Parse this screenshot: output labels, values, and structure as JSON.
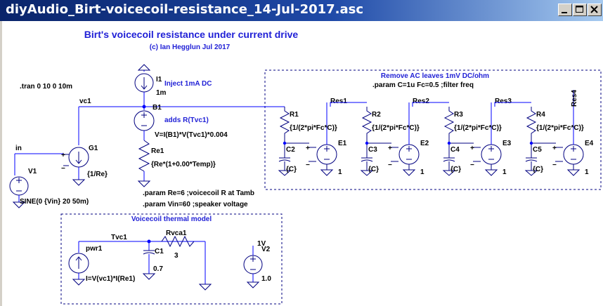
{
  "window": {
    "title": "diyAudio_Birt-voicecoil-resistance_14-Jul-2017.asc"
  },
  "header": {
    "title": "Birt's voicecoil resistance under current drive",
    "author": "(c) Ian Hegglun Jul 2017"
  },
  "directives": {
    "tran": ".tran 0 10 0 10m",
    "param_re": ".param Re=6 ;voicecoil R at Tamb",
    "param_vin": ".param Vin=60 ;speaker voltage",
    "param_filter": ".param C=1u  Fc=0.5  ;filter freq"
  },
  "boxes": {
    "filter_title": "Remove AC leaves 1mV DC/ohm",
    "thermal_title": "Voicecoil thermal model"
  },
  "components": {
    "i1_name": "I1",
    "i1_value": "1m",
    "i1_comment": "Inject 1mA DC",
    "b1_name": "B1",
    "b1_comment": "adds R(Tvc1)",
    "b1_value": "V=I(B1)*V(Tvc1)*0.004",
    "re1_name": "Re1",
    "re1_value": "{Re*(1+0.00*Temp)}",
    "g1_name": "G1",
    "g1_value": "{1/Re}",
    "v1_name": "V1",
    "v1_value": "SINE(0 {Vin} 20 50m)",
    "pwr1_name": "pwr1",
    "pwr1_value": "I=V(vc1)*I(Re1)",
    "c1_name": "C1",
    "c1_value": "0.7",
    "rvca1_name": "Rvca1",
    "rvca1_value": "3",
    "v2_name": "V2",
    "v2_value": "1.0",
    "v2_net": "1V",
    "stages": [
      {
        "r": "R1",
        "c": "C2",
        "e": "E1"
      },
      {
        "r": "R2",
        "c": "C3",
        "e": "E2"
      },
      {
        "r": "R3",
        "c": "C4",
        "e": "E3"
      },
      {
        "r": "R4",
        "c": "C5",
        "e": "E4"
      }
    ],
    "filter_r_value": "{1/(2*pi*Fc*C)}",
    "filter_c_value": "{C}",
    "gain": "1"
  },
  "nets": {
    "vc1": "vc1",
    "in": "in",
    "tvc1": "Tvc1",
    "res": [
      "Res1",
      "Res2",
      "Res3",
      "Res4"
    ]
  },
  "symbols": {
    "plus": "+",
    "minus": "−"
  },
  "icons": [
    "minimize-icon",
    "maximize-icon",
    "close-icon"
  ]
}
